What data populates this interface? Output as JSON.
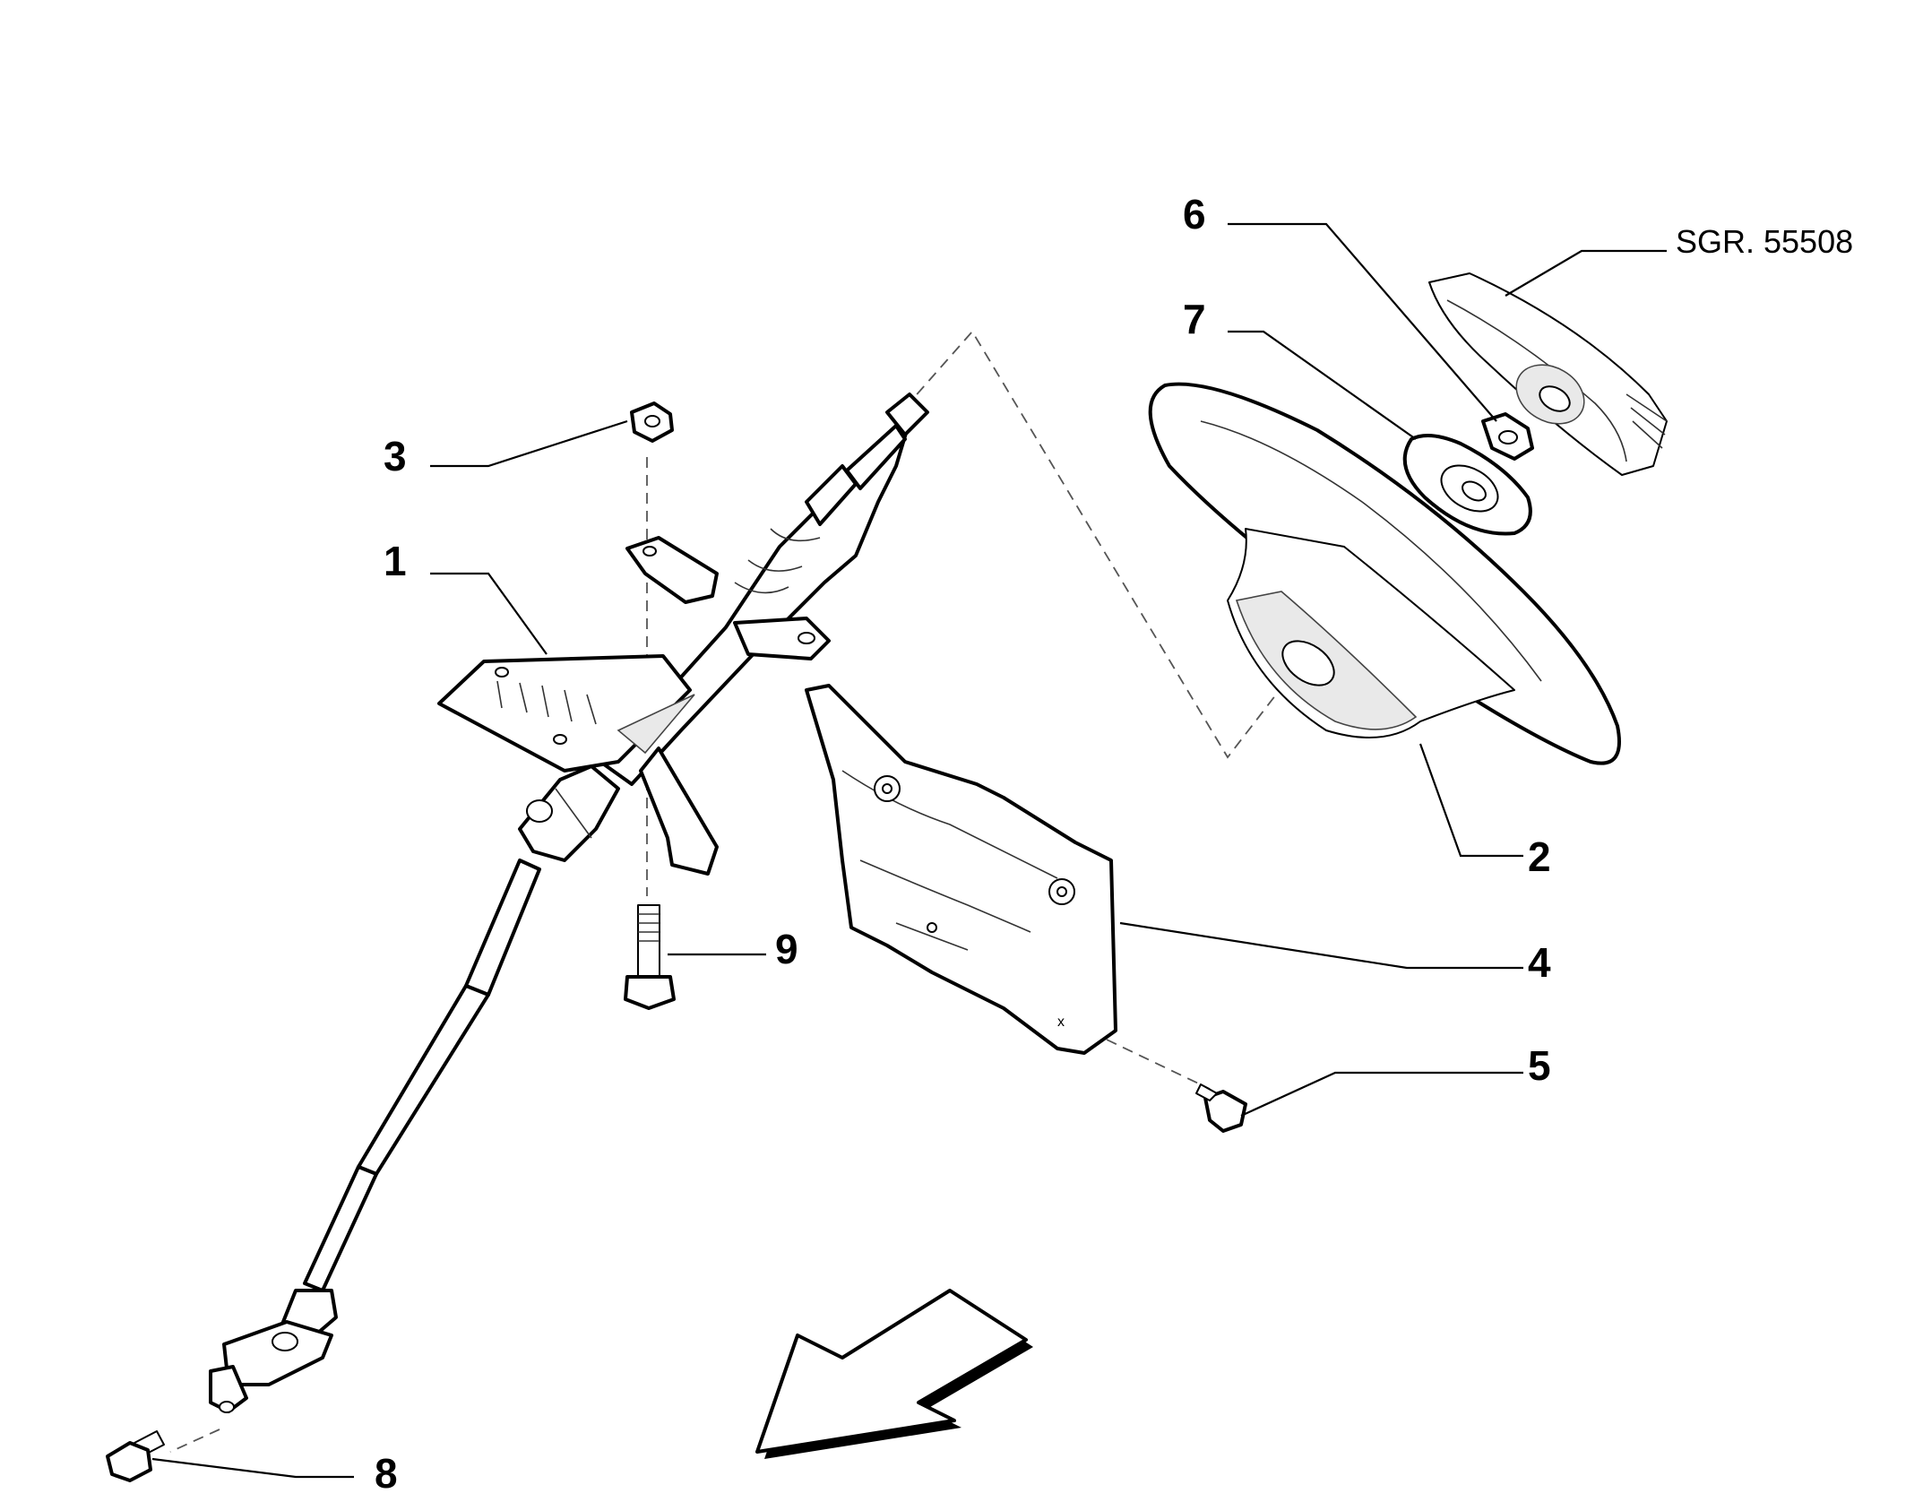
{
  "callouts": [
    {
      "id": "1",
      "label": "1"
    },
    {
      "id": "2",
      "label": "2"
    },
    {
      "id": "3",
      "label": "3"
    },
    {
      "id": "4",
      "label": "4"
    },
    {
      "id": "5",
      "label": "5"
    },
    {
      "id": "6",
      "label": "6"
    },
    {
      "id": "7",
      "label": "7"
    },
    {
      "id": "8",
      "label": "8"
    },
    {
      "id": "9",
      "label": "9"
    }
  ],
  "reference": "SGR. 55508",
  "panel_mark": "x",
  "icons": {
    "direction": "front-direction-arrow-icon"
  }
}
